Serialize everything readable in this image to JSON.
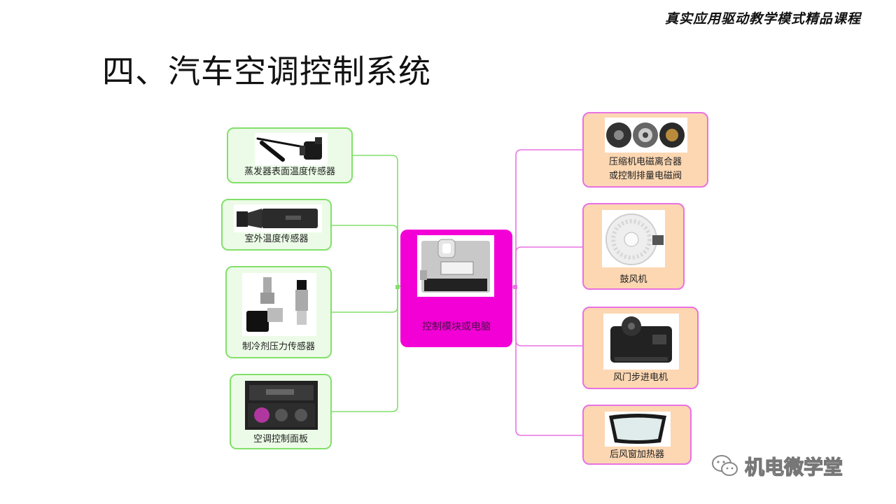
{
  "header": {
    "note": "真实应用驱动教学模式精品课程",
    "title": "四、汽车空调控制系统"
  },
  "diagram": {
    "center": {
      "label": "控制模块或电脑"
    },
    "inputs": [
      {
        "label": "蒸发器表面温度传感器"
      },
      {
        "label": "室外温度传感器"
      },
      {
        "label": "制冷剂压力传感器"
      },
      {
        "label": "空调控制面板"
      }
    ],
    "outputs": [
      {
        "label": "压缩机电磁离合器\n或控制排量电磁阀"
      },
      {
        "label": "鼓风机"
      },
      {
        "label": "风门步进电机"
      },
      {
        "label": "后风窗加热器"
      }
    ],
    "colors": {
      "input_border": "#82e06a",
      "input_fill": "#ecfbe7",
      "output_border": "#e872e2",
      "output_fill": "#fcd7b2",
      "center_fill": "#f300d6"
    }
  },
  "watermark": {
    "text": "机电微学堂",
    "icon": "wechat-icon"
  }
}
